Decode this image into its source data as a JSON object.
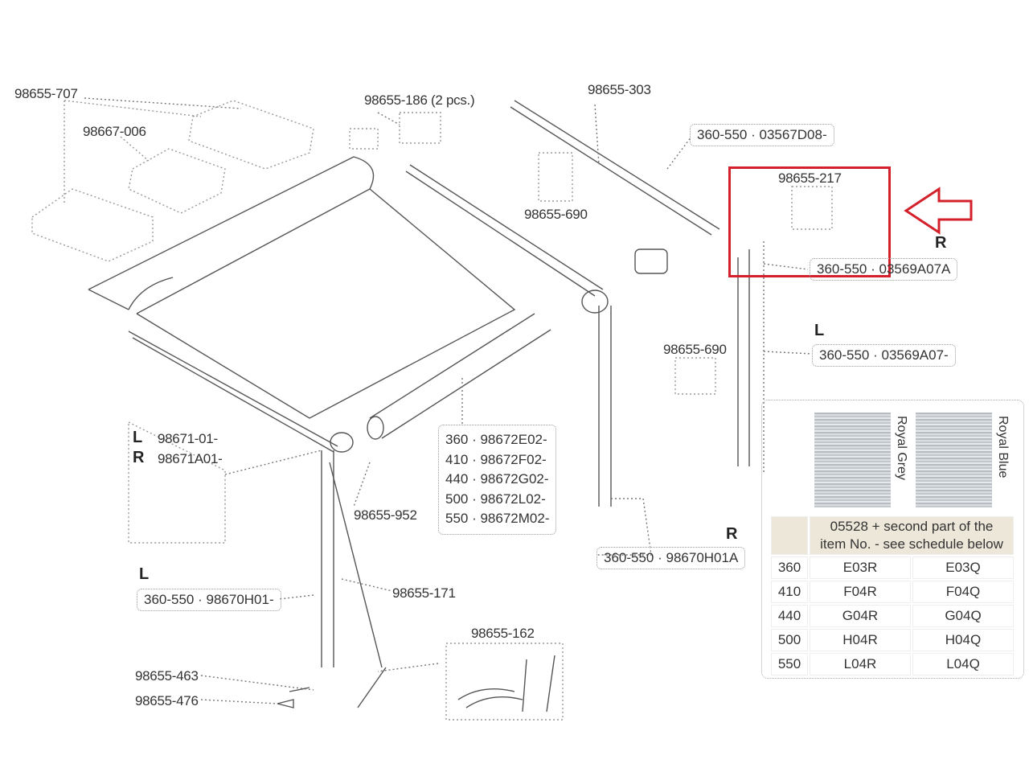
{
  "labels": {
    "p707": "98655-707",
    "p006": "98667-006",
    "p186": "98655-186 (2 pcs.)",
    "p303": "98655-303",
    "p690a": "98655-690",
    "p217": "98655-217",
    "p690b": "98655-690",
    "p952": "98655-952",
    "p171": "98655-171",
    "p162": "98655-162",
    "p463": "98655-463",
    "p476": "98655-476",
    "p01": "98671-01-",
    "pA01": "98671A01-"
  },
  "boxes": {
    "b03567D08": "360-550 · 03567D08-",
    "b03569A07A": "360-550 · 03569A07A",
    "b03569A07": "360-550 · 03569A07-",
    "b98670H01A": "360-550 · 98670H01A",
    "b98670H01": "360-550 · 98670H01-"
  },
  "sides": {
    "r1": "R",
    "l1": "L",
    "l2": "L",
    "r2": "R",
    "r3": "R",
    "l3": "L"
  },
  "roller_tube": [
    "360 · 98672E02-",
    "410 · 98672F02-",
    "440 · 98672G02-",
    "500 · 98672L02-",
    "550 · 98672M02-"
  ],
  "fabric": {
    "swatches": [
      {
        "name": "Royal Grey",
        "color": "#c4c9ce"
      },
      {
        "name": "Royal Blue",
        "color": "#ccd2d8"
      }
    ],
    "header": [
      "05528 + second part of the",
      "item No. - see schedule below"
    ],
    "rows": [
      {
        "size": "360",
        "grey": "E03R",
        "blue": "E03Q"
      },
      {
        "size": "410",
        "grey": "F04R",
        "blue": "F04Q"
      },
      {
        "size": "440",
        "grey": "G04R",
        "blue": "G04Q"
      },
      {
        "size": "500",
        "grey": "H04R",
        "blue": "H04Q"
      },
      {
        "size": "550",
        "grey": "L04R",
        "blue": "L04Q"
      }
    ]
  },
  "highlight_color": "#d3202a"
}
